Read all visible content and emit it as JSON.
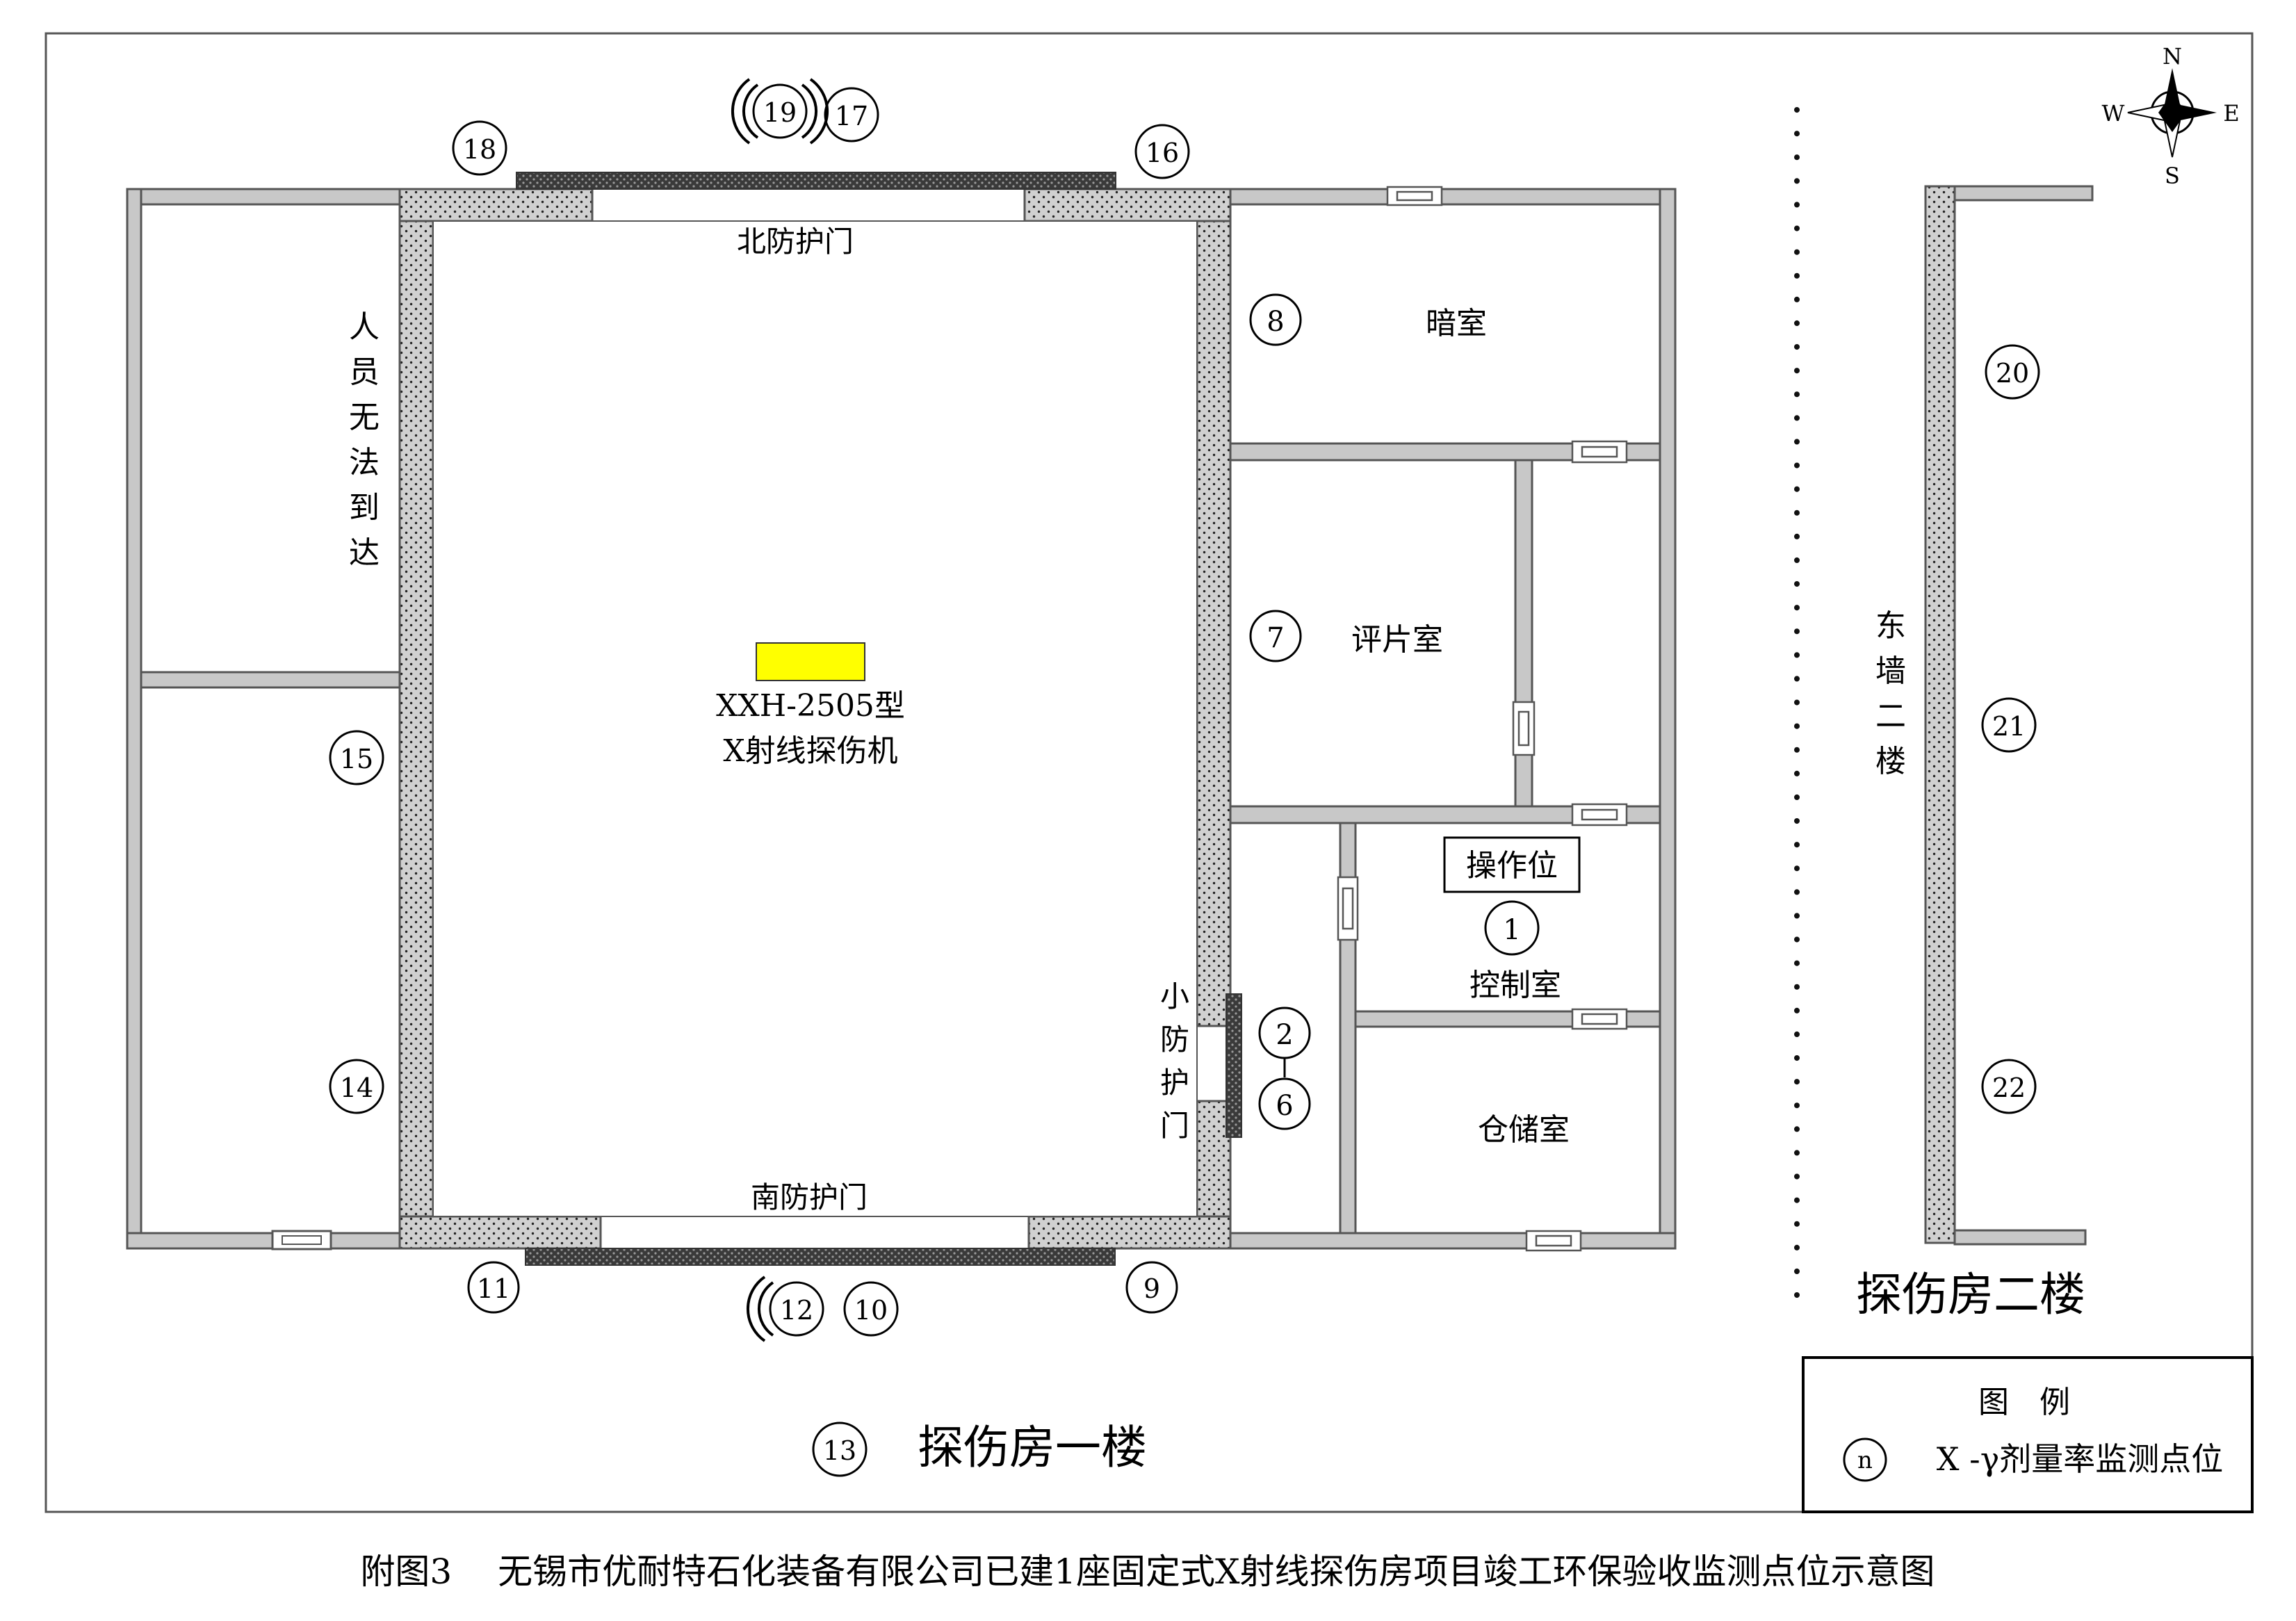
{
  "labels": {
    "north_door": "北防护门",
    "south_door": "南防护门",
    "small_door": [
      "小",
      "防",
      "护",
      "门"
    ],
    "unreachable": [
      "人",
      "员",
      "无",
      "法",
      "到",
      "达"
    ],
    "east_wall_2f": [
      "东",
      "墙",
      "二",
      "楼"
    ],
    "dark_room": "暗室",
    "film_room": "评片室",
    "operator_pos": "操作位",
    "control_room": "控制室",
    "storage_room": "仓储室",
    "machine_model": "XXH-2505型",
    "machine_name": "X射线探伤机",
    "floor1_title": "探伤房一楼",
    "floor2_title": "探伤房二楼"
  },
  "points": [
    "1",
    "2",
    "6",
    "7",
    "8",
    "9",
    "10",
    "11",
    "12",
    "13",
    "14",
    "15",
    "16",
    "17",
    "18",
    "19",
    "20",
    "21",
    "22"
  ],
  "compass": {
    "n": "N",
    "s": "S",
    "e": "E",
    "w": "W"
  },
  "legend": {
    "title": "图　例",
    "symbol": "n",
    "text": "X -γ剂量率监测点位"
  },
  "caption": "附图3　 无锡市优耐特石化装备有限公司已建1座固定式X射线探伤房项目竣工环保验收监测点位示意图",
  "colors": {
    "wall": "#c8c8c8",
    "shield": "#cfcfcf",
    "lead": "#4a4a4a",
    "machine": "#ffff00"
  }
}
